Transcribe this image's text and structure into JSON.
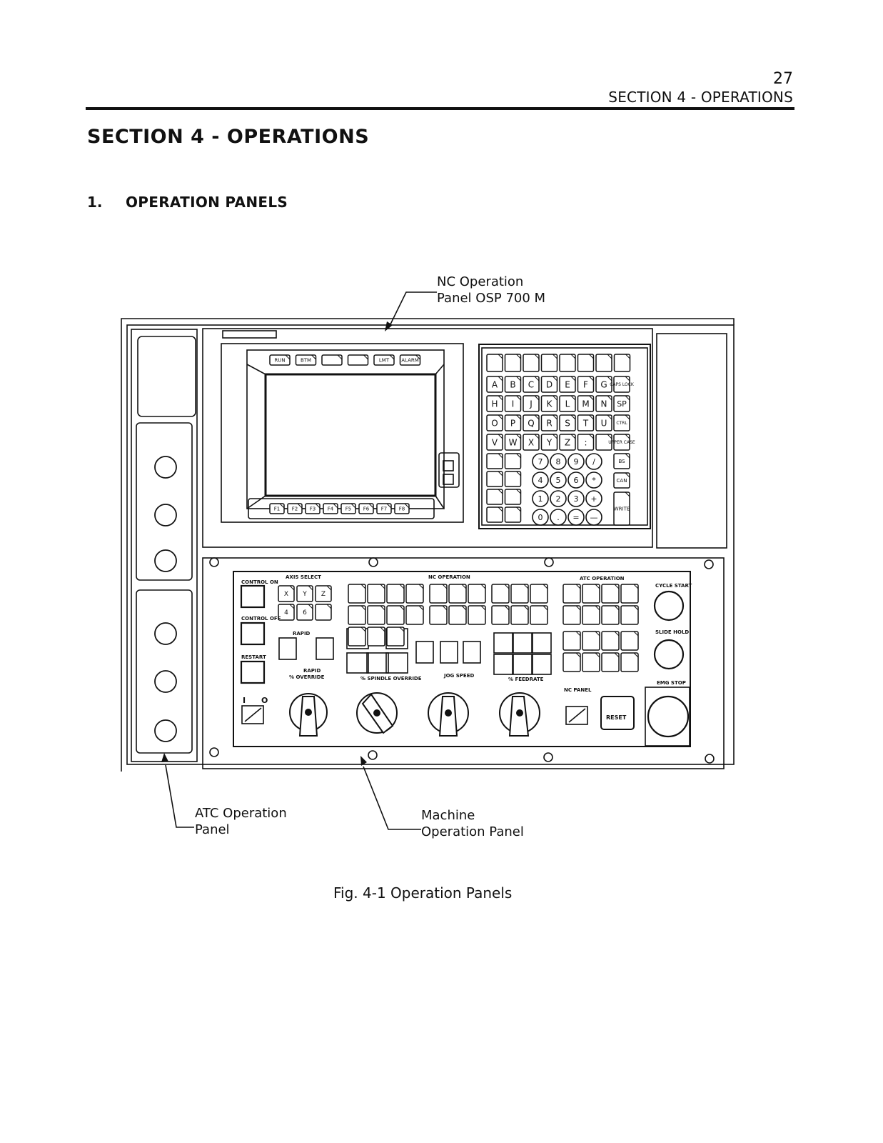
{
  "header": {
    "page_number": "27",
    "running_head": "SECTION 4 - OPERATIONS"
  },
  "section_title": "SECTION 4 - OPERATIONS",
  "subsection": {
    "number": "1.",
    "title": "OPERATION PANELS"
  },
  "callouts": {
    "nc_line1": "NC Operation",
    "nc_line2": "Panel OSP 700 M",
    "atc_line1": "ATC Operation",
    "atc_line2": "Panel",
    "machine_line1": "Machine",
    "machine_line2": "Operation Panel"
  },
  "figure_caption": "Fig. 4-1 Operation Panels",
  "screen_keys": [
    "RUN",
    "BTM",
    "",
    "",
    "LMT",
    "ALARM"
  ],
  "function_keys": [
    "F1",
    "F2",
    "F3",
    "F4",
    "F5",
    "F6",
    "F7",
    "F8"
  ],
  "keypad_rows": [
    [
      "A",
      "B",
      "C",
      "D",
      "E",
      "F",
      "G"
    ],
    [
      "H",
      "I",
      "J",
      "K",
      "L",
      "M",
      "N"
    ],
    [
      "O",
      "P",
      "Q",
      "R",
      "S",
      "T",
      "U"
    ],
    [
      "V",
      "W",
      "X",
      "Y",
      "Z",
      ":",
      ""
    ]
  ],
  "keypad_side_keys": [
    "CAPS LOCK",
    "SP",
    "CTRL",
    "UPPER CASE"
  ],
  "numpad_rows": [
    [
      "7",
      "8",
      "9",
      "/"
    ],
    [
      "4",
      "5",
      "6",
      "*"
    ],
    [
      "1",
      "2",
      "3",
      "+"
    ],
    [
      "0",
      ".",
      "=",
      "—"
    ]
  ],
  "numpad_side_keys": [
    "BS",
    "CAN",
    "WRITE"
  ],
  "machine_panel": {
    "control_on": "CONTROL ON",
    "control_off": "CONTROL OFF",
    "restart": "RESTART",
    "axis_select": "AXIS SELECT",
    "axis_keys": [
      "X",
      "Y",
      "Z",
      "4",
      "6"
    ],
    "rapid": "RAPID",
    "rapid_override_1": "RAPID",
    "rapid_override_2": "% OVERRIDE",
    "nc_operation": "NC OPERATION",
    "atc_operation": "ATC OPERATION",
    "cycle_start": "CYCLE START",
    "slide_hold": "SLIDE HOLD",
    "spindle_override": "% SPINDLE OVERRIDE",
    "jog_speed": "JOG SPEED",
    "feedrate": "% FEEDRATE",
    "emg_stop": "EMG STOP",
    "nc_panel": "NC PANEL",
    "reset": "RESET",
    "door_interlock_1": "I",
    "door_interlock_0": "O"
  }
}
